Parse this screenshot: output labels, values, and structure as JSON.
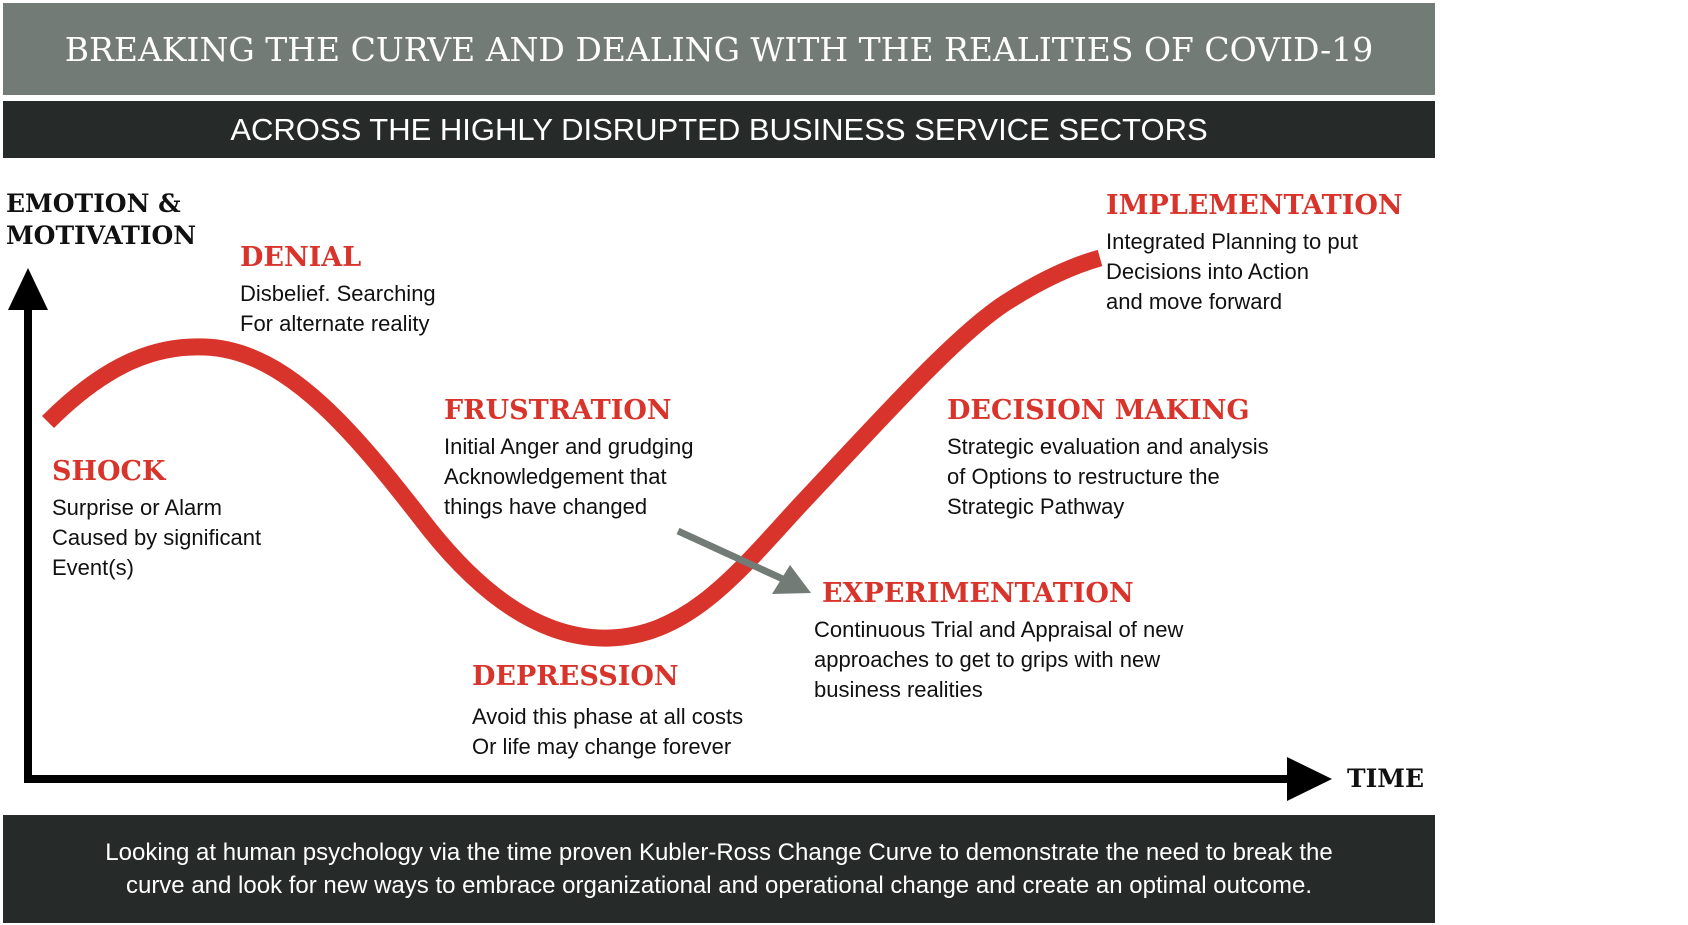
{
  "header": {
    "title": "BREAKING THE CURVE AND DEALING WITH THE REALITIES OF COVID-19",
    "subtitle": "ACROSS THE HIGHLY DISRUPTED BUSINESS SERVICE SECTORS"
  },
  "axes": {
    "y_label": [
      "EMOTION &",
      "MOTIVATION"
    ],
    "x_label": "TIME"
  },
  "stages": [
    {
      "name": "SHOCK",
      "lines": [
        "Surprise or Alarm",
        "Caused by significant",
        "Event(s)"
      ]
    },
    {
      "name": "DENIAL",
      "lines": [
        "Disbelief. Searching",
        "For alternate reality"
      ]
    },
    {
      "name": "FRUSTRATION",
      "lines": [
        "Initial Anger and grudging",
        "Acknowledgement that",
        "things have changed"
      ]
    },
    {
      "name": "DEPRESSION",
      "lines": [
        "Avoid this phase at all costs",
        "Or life may change forever"
      ]
    },
    {
      "name": "EXPERIMENTATION",
      "lines": [
        "Continuous Trial and Appraisal of new",
        "approaches to get to grips with new",
        "business realities"
      ]
    },
    {
      "name": "DECISION MAKING",
      "lines": [
        "Strategic evaluation and analysis",
        "of Options to restructure the",
        "Strategic Pathway"
      ]
    },
    {
      "name": "IMPLEMENTATION",
      "lines": [
        "Integrated Planning to put",
        "Decisions into Action",
        "and move forward"
      ]
    }
  ],
  "footer": {
    "lines": [
      "Looking at human psychology via the time proven Kubler-Ross Change Curve  to demonstrate the  need to break the",
      "curve and look for new ways to embrace organizational and operational change and create an optimal outcome."
    ]
  },
  "colors": {
    "accent": "#d9342b",
    "title_bg": "#737b76",
    "dark_bg": "#262b29",
    "pointer": "#737b76"
  }
}
